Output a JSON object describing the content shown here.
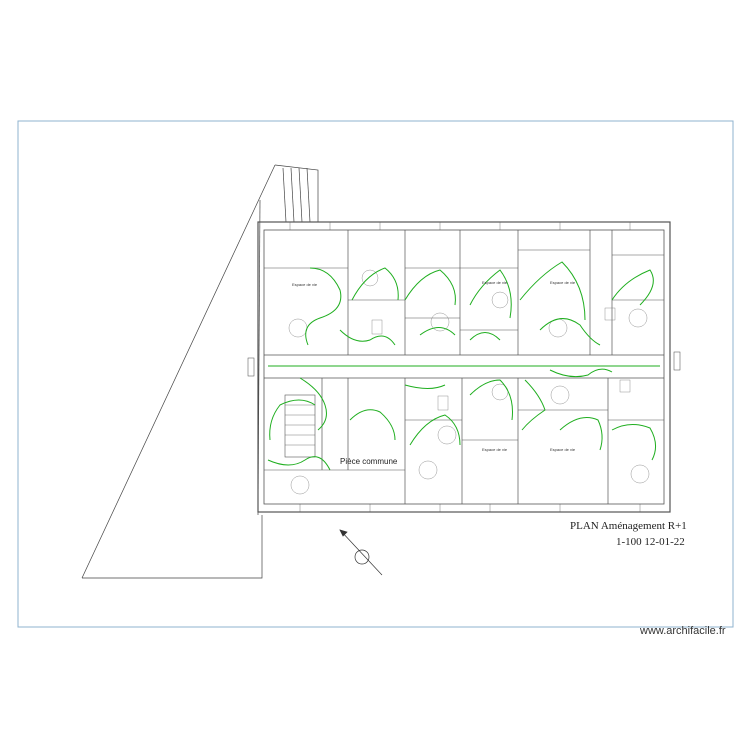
{
  "plan": {
    "title": "PLAN Aménagement R+1",
    "scale_date": "1-100  12-01-22"
  },
  "rooms": {
    "common_room": "Pièce commune",
    "living_1": "Espace de vie",
    "living_2": "Espace de vie",
    "living_3": "Espace de vie",
    "living_4": "Espace de vie",
    "living_5": "Espace de vie"
  },
  "watermark": "www.archifacile.fr",
  "colors": {
    "frame": "#8fb3cf",
    "walls": "#555555",
    "circulation": "#1fae1f"
  }
}
